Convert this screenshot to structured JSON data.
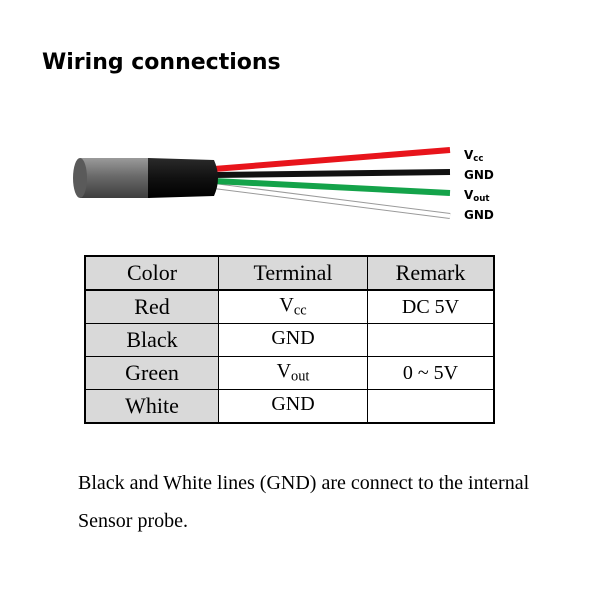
{
  "title": "Wiring connections",
  "wire_labels": [
    {
      "main": "V",
      "sub": "cc"
    },
    {
      "main": "GND",
      "sub": ""
    },
    {
      "main": "V",
      "sub": "out"
    },
    {
      "main": "GND",
      "sub": ""
    }
  ],
  "table": {
    "headers": [
      "Color",
      "Terminal",
      "Remark"
    ],
    "rows": [
      {
        "color": "Red",
        "terminal": "V",
        "terminal_sub": "cc",
        "remark": "DC 5V"
      },
      {
        "color": "Black",
        "terminal": "GND",
        "terminal_sub": "",
        "remark": ""
      },
      {
        "color": "Green",
        "terminal": "V",
        "terminal_sub": "out",
        "remark": "0 ~ 5V"
      },
      {
        "color": "White",
        "terminal": "GND",
        "terminal_sub": "",
        "remark": ""
      }
    ]
  },
  "note": "Black and White lines (GND) are connect to the internal Sensor probe.",
  "colors": {
    "wire_red": "#e8141b",
    "wire_black": "#111111",
    "wire_green": "#14a34a",
    "wire_white": "#ffffff",
    "jacket": "#6e6e6e",
    "header_fill": "#d9d9d9"
  }
}
